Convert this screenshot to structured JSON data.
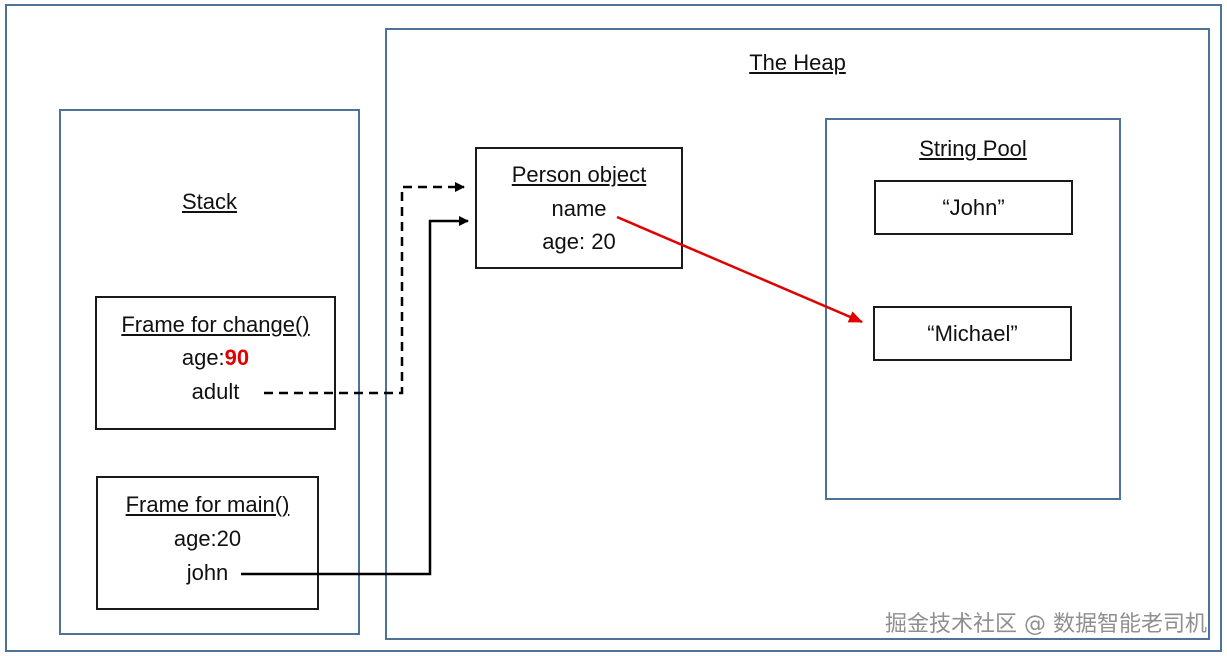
{
  "heap": {
    "title": "The Heap"
  },
  "stack": {
    "title": "Stack"
  },
  "frame_change": {
    "title": "Frame for change()",
    "age_label": "age:",
    "age_value": "90",
    "ref": "adult"
  },
  "frame_main": {
    "title": "Frame for main()",
    "age": "age:20",
    "ref": "john"
  },
  "person": {
    "title": "Person object",
    "field_name": "name",
    "age": "age: 20"
  },
  "string_pool": {
    "title": "String Pool",
    "strings": [
      "“John”",
      "“Michael”"
    ]
  },
  "watermark": "掘金技术社区 @ 数据智能老司机",
  "colors": {
    "box_border": "#4f7299",
    "arrow_black": "#000000",
    "arrow_red": "#e00000",
    "highlight": "#e00000"
  }
}
